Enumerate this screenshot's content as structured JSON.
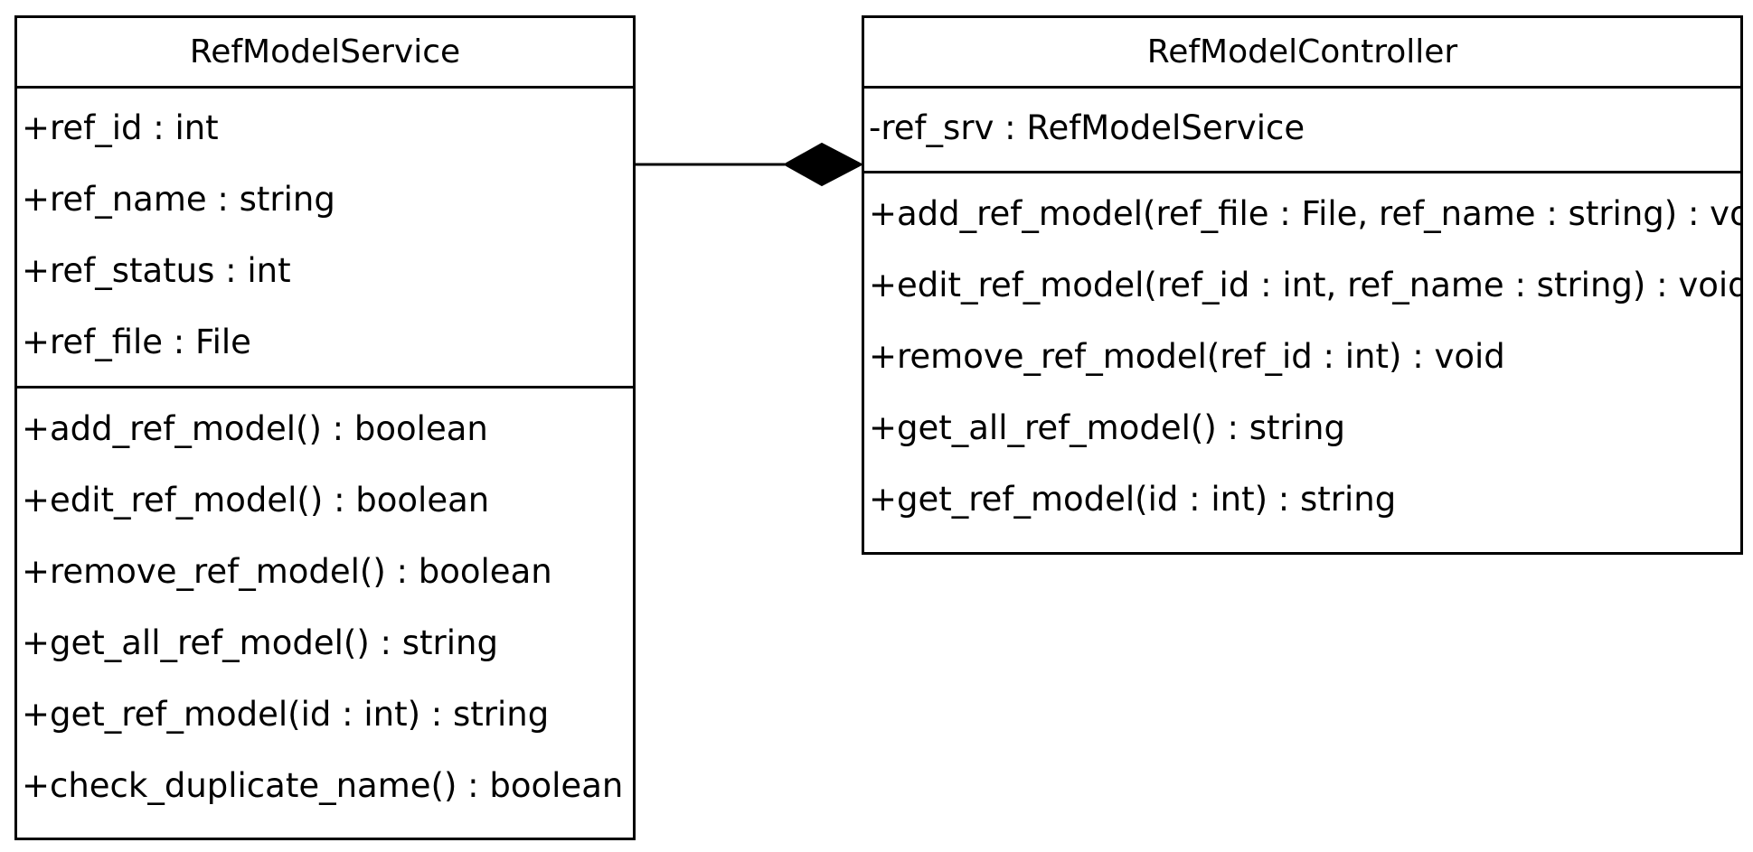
{
  "diagram": {
    "type": "uml-class-diagram",
    "classes": {
      "service": {
        "name": "RefModelService",
        "attributes": [
          "+ref_id : int",
          "+ref_name : string",
          "+ref_status : int",
          "+ref_file : File"
        ],
        "operations": [
          "+add_ref_model() : boolean",
          "+edit_ref_model() : boolean",
          "+remove_ref_model() : boolean",
          "+get_all_ref_model() : string",
          "+get_ref_model(id : int) : string",
          "+check_duplicate_name() : boolean"
        ]
      },
      "controller": {
        "name": "RefModelController",
        "attributes": [
          "-ref_srv : RefModelService"
        ],
        "operations": [
          "+add_ref_model(ref_file : File, ref_name : string) : void",
          "+edit_ref_model(ref_id : int, ref_name : string) : void",
          "+remove_ref_model(ref_id : int) : void",
          "+get_all_ref_model() : string",
          "+get_ref_model(id : int) : string"
        ]
      }
    },
    "relationships": [
      {
        "kind": "composition",
        "whole": "RefModelController",
        "part": "RefModelService"
      }
    ],
    "colors": {
      "line": "#000000",
      "background": "#ffffff"
    }
  }
}
